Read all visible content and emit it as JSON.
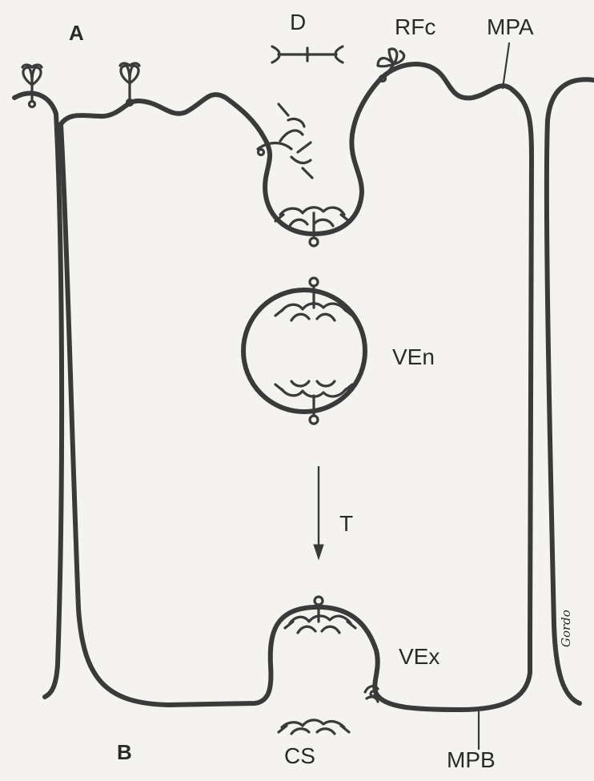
{
  "labels": {
    "a": "A",
    "b": "B",
    "d": "D",
    "rfc": "RFc",
    "mpa": "MPA",
    "ven": "VEn",
    "t": "T",
    "vex": "VEx",
    "cs": "CS",
    "mpb": "MPB",
    "signature": "Gordo"
  },
  "colors": {
    "ink": "#3a3a3a",
    "background": "#f4f3ef"
  }
}
